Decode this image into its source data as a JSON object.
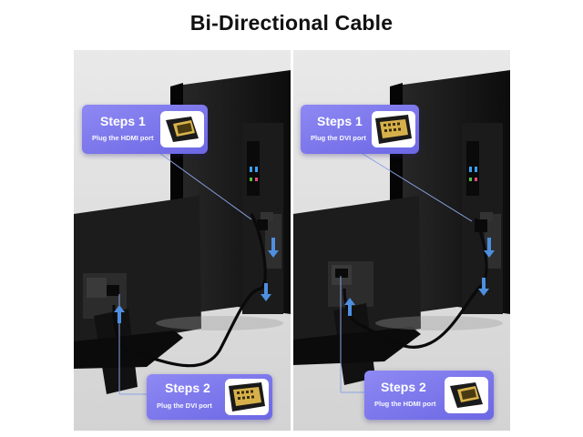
{
  "page": {
    "title": "Bi-Directional Cable"
  },
  "panels": [
    {
      "top_callout": {
        "title": "Steps 1",
        "subtitle": "Plug the HDMI port",
        "connector": "hdmi-connector"
      },
      "bottom_callout": {
        "title": "Steps 2",
        "subtitle": "Plug the DVI port",
        "connector": "dvi-connector"
      }
    },
    {
      "top_callout": {
        "title": "Steps 1",
        "subtitle": "Plug the DVI port",
        "connector": "dvi-connector"
      },
      "bottom_callout": {
        "title": "Steps 2",
        "subtitle": "Plug the HDMI port",
        "connector": "hdmi-connector"
      }
    }
  ],
  "colors": {
    "callout": "#7773ea",
    "panel_background": "#dcdcdc",
    "hardware": "#141414",
    "arrow": "#4e8fe0"
  }
}
